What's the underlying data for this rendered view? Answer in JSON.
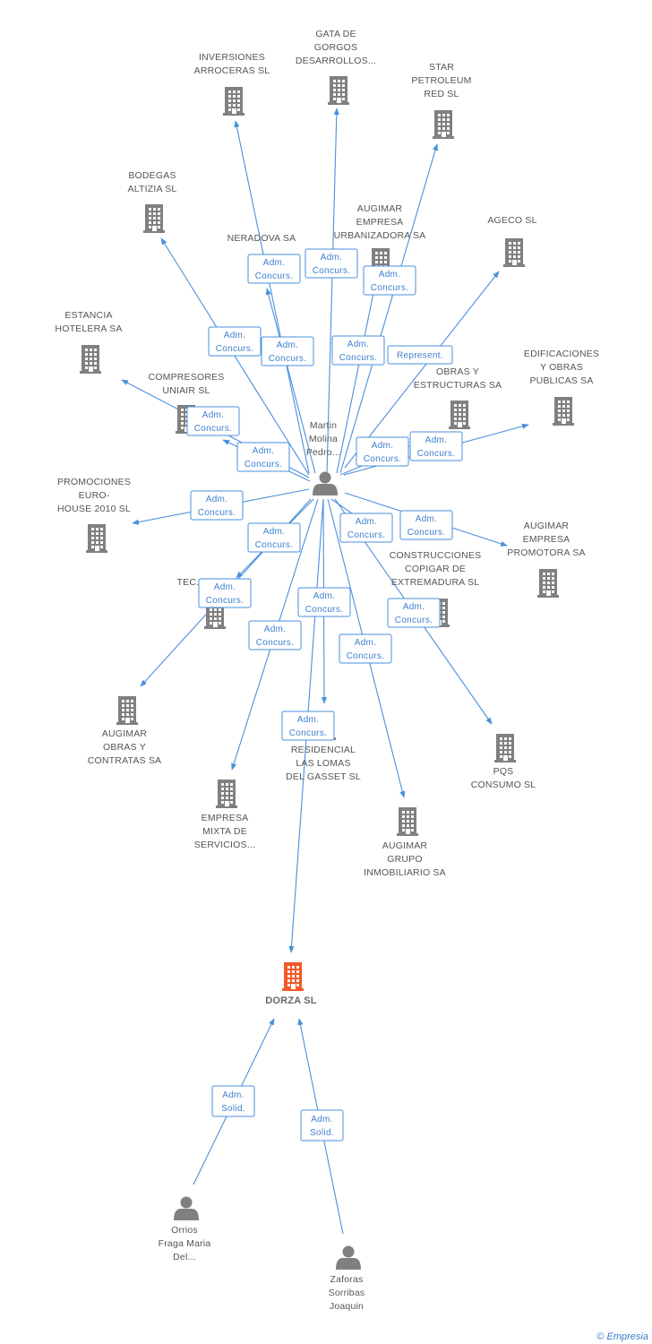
{
  "colors": {
    "edge": "#4a8fdc",
    "company": "#808080",
    "main_company": "#f05a28",
    "person": "#808080"
  },
  "brand": {
    "copyright": "©",
    "name": "Empresia"
  },
  "nodes": [
    {
      "id": "martin",
      "type": "person",
      "label": [
        "Martin",
        "Molina",
        "Pedro..."
      ],
      "main": false
    },
    {
      "id": "dorza",
      "type": "company",
      "label": [
        "DORZA SL"
      ],
      "main": true
    },
    {
      "id": "orrios",
      "type": "person",
      "label": [
        "Orrios",
        "Fraga Maria",
        "Del..."
      ],
      "main": false
    },
    {
      "id": "zaforas",
      "type": "person",
      "label": [
        "Zaforas",
        "Sorribas",
        "Joaquin"
      ],
      "main": false
    },
    {
      "id": "inversiones",
      "type": "company",
      "label": [
        "INVERSIONES",
        "ARROCERAS SL"
      ],
      "main": false
    },
    {
      "id": "gata",
      "type": "company",
      "label": [
        "GATA DE",
        "GORGOS",
        "DESARROLLOS..."
      ],
      "main": false
    },
    {
      "id": "star",
      "type": "company",
      "label": [
        "STAR",
        "PETROLEUM",
        "RED SL"
      ],
      "main": false
    },
    {
      "id": "bodegas",
      "type": "company",
      "label": [
        "BODEGAS",
        "ALTIZIA SL"
      ],
      "main": false
    },
    {
      "id": "nerado",
      "type": "company",
      "label": [
        "NERADOVA SA"
      ],
      "main": false
    },
    {
      "id": "augimar_urb",
      "type": "company",
      "label": [
        "AUGIMAR",
        "EMPRESA",
        "URBANIZADORA SA"
      ],
      "main": false
    },
    {
      "id": "ageco",
      "type": "company",
      "label": [
        "AGECO SL"
      ],
      "main": false
    },
    {
      "id": "estancia",
      "type": "company",
      "label": [
        "ESTANCIA",
        "HOTELERA SA"
      ],
      "main": false
    },
    {
      "id": "compresores",
      "type": "company",
      "label": [
        "COMPRESORES",
        "UNIAIR SL"
      ],
      "main": false
    },
    {
      "id": "obras",
      "type": "company",
      "label": [
        "OBRAS Y",
        "ESTRUCTURAS SA"
      ],
      "main": false
    },
    {
      "id": "edificaciones",
      "type": "company",
      "label": [
        "EDIFICACIONES",
        "Y OBRAS",
        "PUBLICAS SA"
      ],
      "main": false
    },
    {
      "id": "promociones",
      "type": "company",
      "label": [
        "PROMOCIONES",
        "EURO-",
        "HOUSE 2010 SL"
      ],
      "main": false
    },
    {
      "id": "augimar_prom",
      "type": "company",
      "label": [
        "AUGIMAR",
        "EMPRESA",
        "PROMOTORA SA"
      ],
      "main": false
    },
    {
      "id": "tec",
      "type": "company",
      "label": [
        "TEC..."
      ],
      "main": false
    },
    {
      "id": "construcciones",
      "type": "company",
      "label": [
        "CONSTRUCCIONES",
        "COPIGAR DE",
        "EXTREMADURA SL"
      ],
      "main": false
    },
    {
      "id": "augimar_obras",
      "type": "company",
      "label": [
        "AUGIMAR",
        "OBRAS Y",
        "CONTRATAS SA"
      ],
      "main": false
    },
    {
      "id": "residencial",
      "type": "company",
      "label": [
        "RESIDENCIAL",
        "LAS LOMAS",
        "DEL GASSET SL"
      ],
      "main": false
    },
    {
      "id": "pqs",
      "type": "company",
      "label": [
        "PQS",
        "CONSUMO SL"
      ],
      "main": false
    },
    {
      "id": "empresa_mixta",
      "type": "company",
      "label": [
        "EMPRESA",
        "MIXTA DE",
        "SERVICIOS..."
      ],
      "main": false
    },
    {
      "id": "augimar_grupo",
      "type": "company",
      "label": [
        "AUGIMAR",
        "GRUPO",
        "INMOBILIARIO SA"
      ],
      "main": false
    }
  ],
  "edges": [
    {
      "from": "martin",
      "to": "inversiones",
      "label": [
        "Adm.",
        "Concurs."
      ]
    },
    {
      "from": "martin",
      "to": "gata",
      "label": [
        "Adm.",
        "Concurs."
      ]
    },
    {
      "from": "martin",
      "to": "star",
      "label": [
        "Adm.",
        "Concurs."
      ]
    },
    {
      "from": "martin",
      "to": "bodegas",
      "label": [
        "Adm.",
        "Concurs."
      ]
    },
    {
      "from": "martin",
      "to": "nerado",
      "label": [
        "Adm.",
        "Concurs."
      ]
    },
    {
      "from": "martin",
      "to": "augimar_urb",
      "label": [
        "Adm.",
        "Concurs."
      ]
    },
    {
      "from": "martin",
      "to": "ageco",
      "label": [
        "Represent."
      ]
    },
    {
      "from": "martin",
      "to": "compresores",
      "label": [
        "Adm.",
        "Concurs."
      ]
    },
    {
      "from": "martin",
      "to": "estancia",
      "label": [
        "Adm.",
        "Concurs."
      ]
    },
    {
      "from": "martin",
      "to": "obras",
      "label": [
        "Adm.",
        "Concurs."
      ]
    },
    {
      "from": "martin",
      "to": "edificaciones",
      "label": [
        "Adm.",
        "Concurs."
      ]
    },
    {
      "from": "martin",
      "to": "promociones",
      "label": [
        "Adm.",
        "Concurs."
      ]
    },
    {
      "from": "martin",
      "to": "augimar_prom",
      "label": [
        "Adm.",
        "Concurs."
      ]
    },
    {
      "from": "martin",
      "to": "tec",
      "label": [
        "Adm.",
        "Concurs."
      ]
    },
    {
      "from": "martin",
      "to": "construcciones",
      "label": [
        "Adm.",
        "Concurs."
      ]
    },
    {
      "from": "martin",
      "to": "augimar_obras",
      "label": [
        "Adm.",
        "Concurs."
      ]
    },
    {
      "from": "martin",
      "to": "residencial",
      "label": [
        "Adm.",
        "Concurs."
      ]
    },
    {
      "from": "martin",
      "to": "pqs",
      "label": [
        "Adm.",
        "Concurs."
      ]
    },
    {
      "from": "martin",
      "to": "empresa_mixta",
      "label": [
        "Adm.",
        "Concurs."
      ]
    },
    {
      "from": "martin",
      "to": "augimar_grupo",
      "label": [
        "Adm.",
        "Concurs."
      ]
    },
    {
      "from": "martin",
      "to": "dorza",
      "label": [
        "Adm.",
        "Concurs."
      ]
    },
    {
      "from": "orrios",
      "to": "dorza",
      "label": [
        "Adm.",
        "Solid."
      ]
    },
    {
      "from": "zaforas",
      "to": "dorza",
      "label": [
        "Adm.",
        "Solid."
      ]
    }
  ]
}
